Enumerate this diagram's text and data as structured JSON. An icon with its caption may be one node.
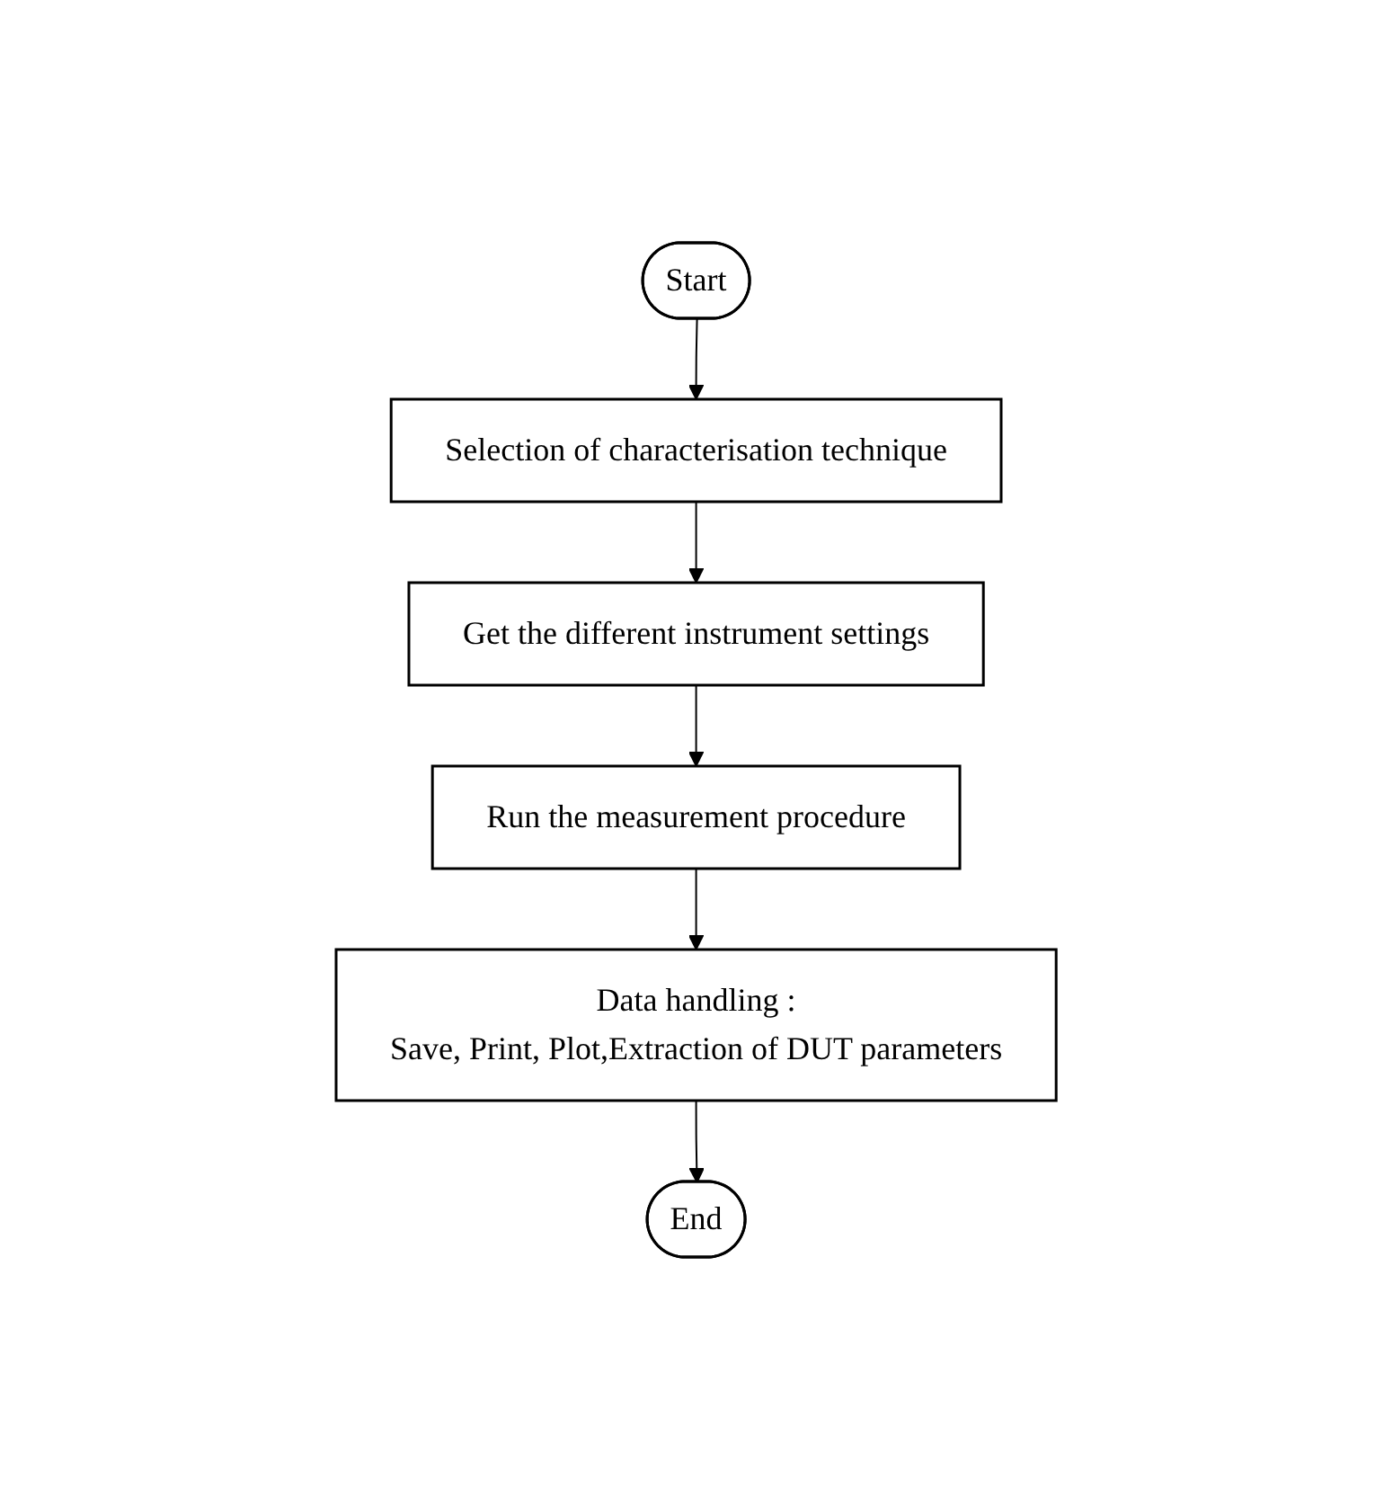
{
  "diagram": {
    "nodes": [
      {
        "text": [
          "Start"
        ]
      },
      {
        "text": [
          "Selection of characterisation technique"
        ]
      },
      {
        "text": [
          "Get the different instrument settings"
        ]
      },
      {
        "text": [
          "Run the measurement procedure"
        ]
      },
      {
        "text": [
          "Data handling :",
          "Save, Print, Plot,Extraction of DUT parameters"
        ]
      },
      {
        "text": [
          "End"
        ]
      }
    ],
    "edges": [
      {
        "from": 0,
        "to": 1,
        "arrow": "to"
      },
      {
        "from": 1,
        "to": 2,
        "arrow": "to"
      },
      {
        "from": 2,
        "to": 3,
        "arrow": "to"
      },
      {
        "from": 3,
        "to": 4,
        "arrow": "to"
      },
      {
        "from": 4,
        "to": 5,
        "arrow": "to"
      }
    ]
  }
}
